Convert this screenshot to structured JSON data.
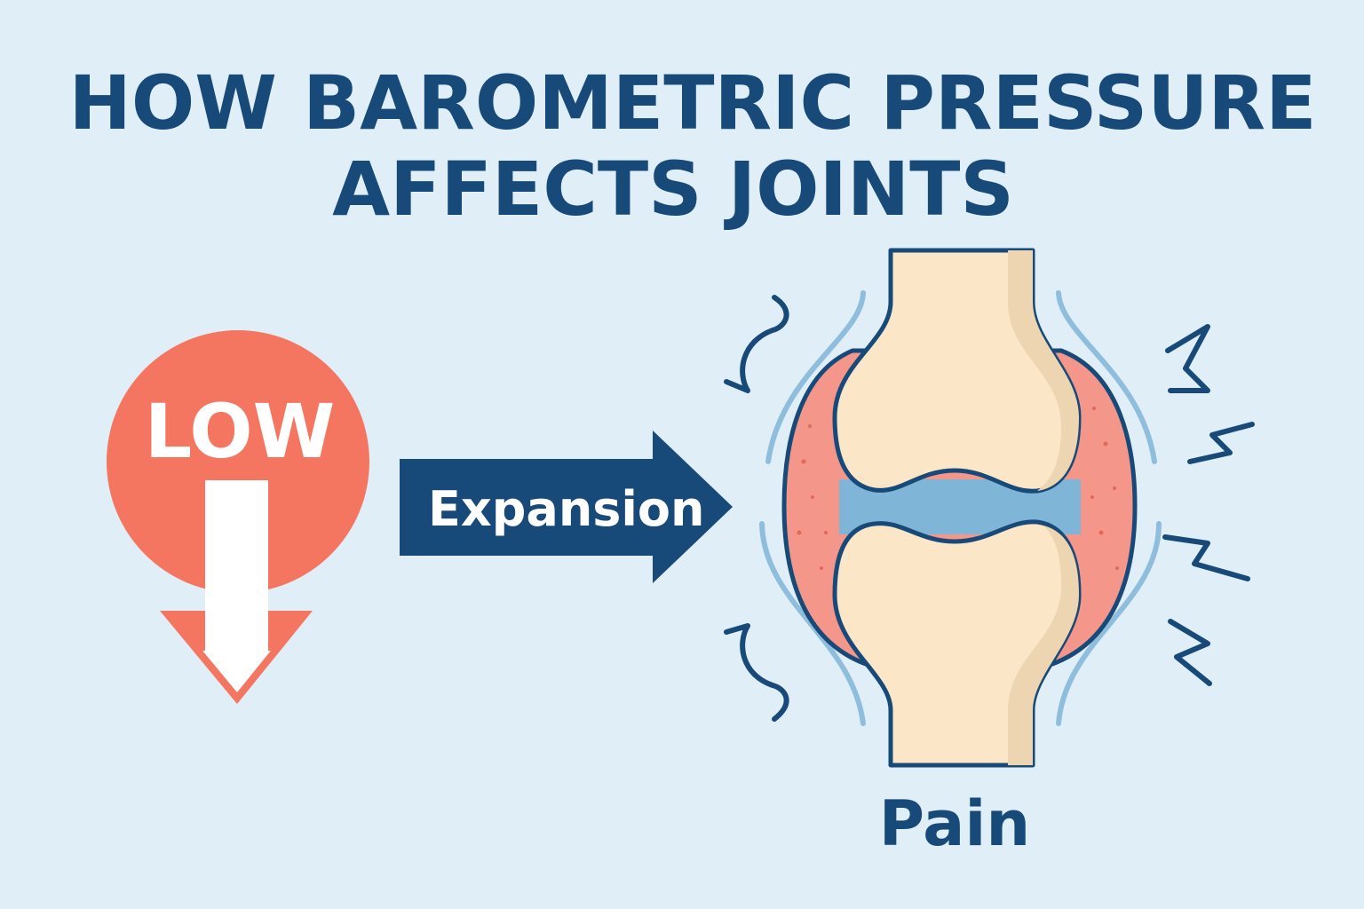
{
  "title": {
    "line1": "HOW BAROMETRIC PRESSURE",
    "line2": "AFFECTS JOINTS"
  },
  "pressure_badge": {
    "label": "LOW",
    "icon": "down-arrow-icon"
  },
  "process_arrow": {
    "label": "Expansion",
    "icon": "right-arrow-icon"
  },
  "joint": {
    "caption": "Pain",
    "icon": "joint-illustration"
  },
  "colors": {
    "background": "#e0eef7",
    "navy": "#174a78",
    "red": "#f47560",
    "bone": "#fbe6c8",
    "cartilage": "#7fb5d6",
    "synovium": "#f4968a"
  }
}
